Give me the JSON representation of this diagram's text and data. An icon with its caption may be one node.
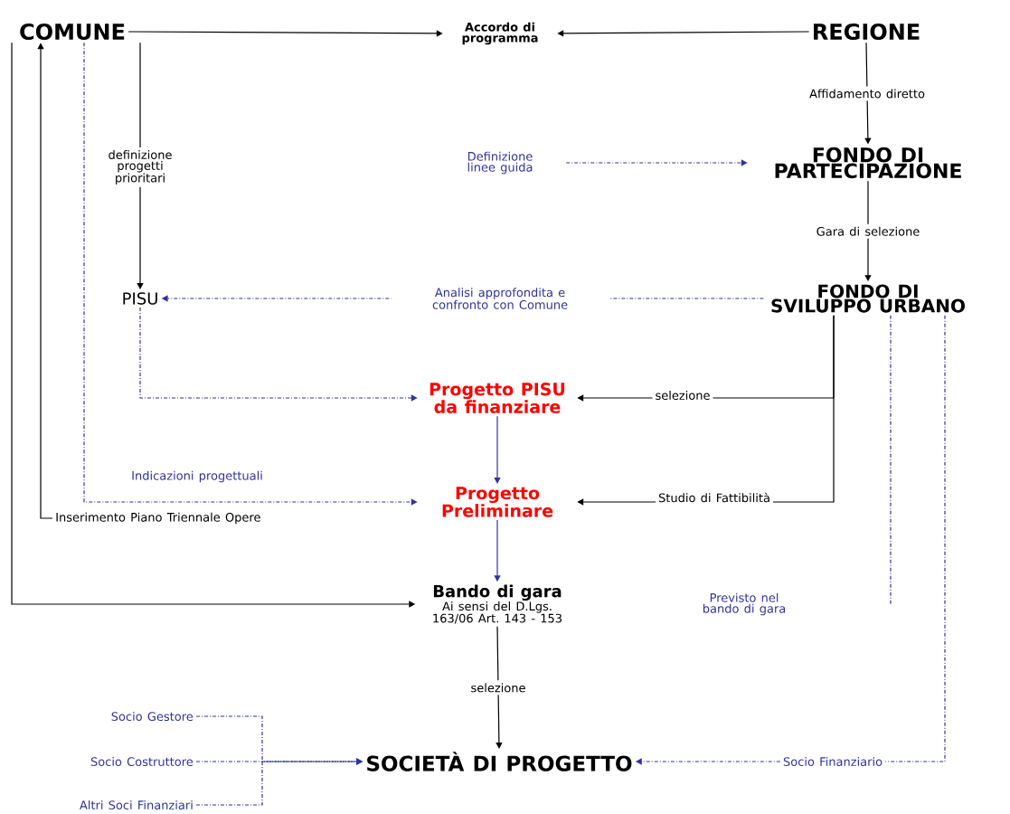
{
  "diagram": {
    "nodes": [
      {
        "text": [
          "COMUNE"
        ]
      },
      {
        "text": [
          "Accordo di programma"
        ]
      },
      {
        "text": [
          "REGIONE"
        ]
      },
      {
        "text": [
          "Definizione linee guida"
        ]
      },
      {
        "text": [
          "FONDO DI PARTECIPAZIONE"
        ]
      },
      {
        "text": [
          "PISU"
        ]
      },
      {
        "text": [
          "FONDO DI SVILUPPO URBANO"
        ]
      },
      {
        "text": [
          "Progetto PISU da finanziare"
        ]
      },
      {
        "text": [
          "Progetto Preliminare"
        ]
      },
      {
        "text": [
          "Inserimento Piano Triennale Opere"
        ]
      },
      {
        "text": [
          "Bando di gara",
          "Ai sensi del D.Lgs. 163/06 Art. 143 - 153"
        ]
      },
      {
        "text": [
          "Socio Gestore"
        ]
      },
      {
        "text": [
          "Socio Costruttore"
        ]
      },
      {
        "text": [
          "SOCIETÀ DI PROGETTO"
        ]
      },
      {
        "text": [
          "Socio Finanziario"
        ]
      },
      {
        "text": [
          "Altri Soci Finanziari"
        ]
      }
    ],
    "edges": [
      {
        "from": 0,
        "to": 1,
        "arrow": "to",
        "color": "#000000"
      },
      {
        "from": 2,
        "to": 1,
        "arrow": "to",
        "color": "#000000"
      },
      {
        "from": 2,
        "to": 4,
        "arrow": "to",
        "label": "Affidamento diretto",
        "color": "#000000"
      },
      {
        "from": 4,
        "to": 6,
        "arrow": "to",
        "label": "Gara di selezione",
        "color": "#000000"
      },
      {
        "from": 0,
        "to": 5,
        "arrow": "to",
        "label": "definizione progetti prioritari",
        "color": "#000000"
      },
      {
        "from": 3,
        "to": 4,
        "arrow": "to",
        "style": "dashed"
      },
      {
        "from": 6,
        "to": 5,
        "arrow": "to",
        "label": "Analisi approfondita e confronto con Comune",
        "style": "dashed"
      },
      {
        "from": 5,
        "to": 7,
        "arrow": "to",
        "style": "dashed"
      },
      {
        "from": 0,
        "to": 8,
        "arrow": "to",
        "label": "Indicazioni progettuali",
        "style": "dashed"
      },
      {
        "from": 6,
        "to": 7,
        "arrow": "to",
        "label": "selezione",
        "color": "#000000"
      },
      {
        "from": 6,
        "to": 8,
        "arrow": "to",
        "label": "Studio di Fattibilità",
        "color": "#000000"
      },
      {
        "from": 7,
        "to": 8,
        "arrow": "to"
      },
      {
        "from": 8,
        "to": 10,
        "arrow": "to"
      },
      {
        "from": 9,
        "to": 0,
        "arrow": "to",
        "color": "#000000"
      },
      {
        "from": 0,
        "to": 10,
        "arrow": "to",
        "color": "#000000"
      },
      {
        "from": 10,
        "to": 13,
        "arrow": "to",
        "label": "selezione",
        "color": "#000000"
      },
      {
        "from": 11,
        "to": 13,
        "arrow": "to",
        "style": "dashed"
      },
      {
        "from": 12,
        "to": 13,
        "arrow": "to",
        "style": "dashed"
      },
      {
        "from": 15,
        "to": 13,
        "arrow": "to",
        "style": "dashed"
      },
      {
        "from": 14,
        "to": 13,
        "arrow": "to",
        "style": "dashed"
      },
      {
        "from": 6,
        "to": 14,
        "arrow": "none",
        "style": "dashed"
      },
      {
        "from": 6,
        "to": null,
        "arrow": "none",
        "style": "dashed"
      }
    ],
    "labels": [
      "Previsto nel bando di gara"
    ]
  }
}
